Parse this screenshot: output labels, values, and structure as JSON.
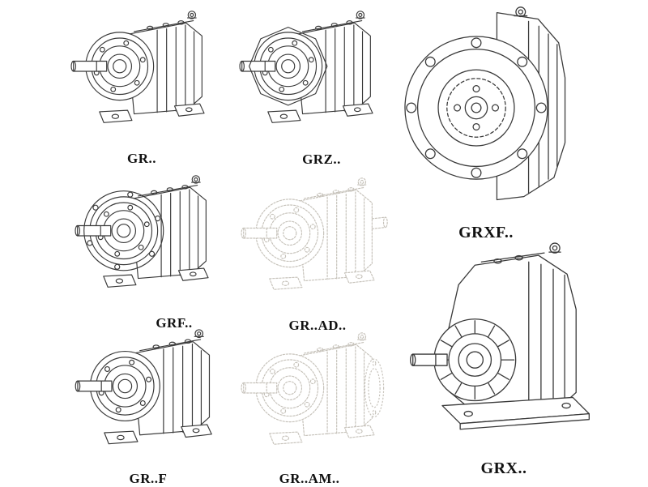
{
  "figures": [
    {
      "id": "gr",
      "label": "GR.."
    },
    {
      "id": "grz",
      "label": "GRZ.."
    },
    {
      "id": "grxf",
      "label": "GRXF.."
    },
    {
      "id": "grf",
      "label": "GRF.."
    },
    {
      "id": "gr_ad",
      "label": "GR..AD.."
    },
    {
      "id": "gr_f",
      "label": "GR..F"
    },
    {
      "id": "gr_am",
      "label": "GR..AM.."
    },
    {
      "id": "grx",
      "label": "GRX.."
    }
  ],
  "colors": {
    "line": "#3a3a3a",
    "ghost_line": "#c6c2ba",
    "label_text": "#111111",
    "background": "#ffffff"
  }
}
